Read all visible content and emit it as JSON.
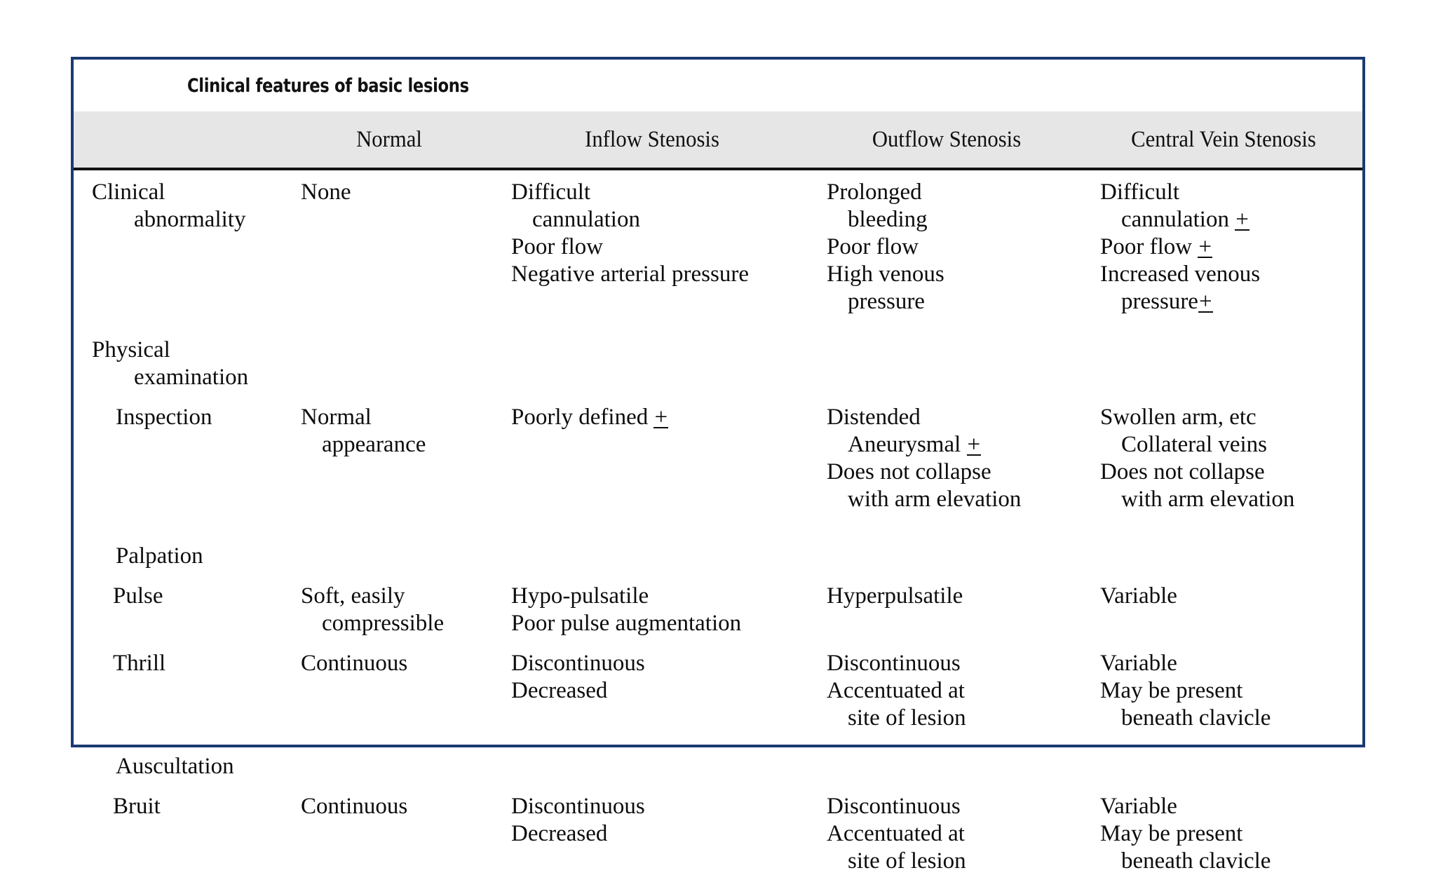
{
  "table": {
    "title": "Clinical features of basic lesions",
    "columns": [
      {
        "key": "feature",
        "label": ""
      },
      {
        "key": "normal",
        "label": "Normal"
      },
      {
        "key": "inflow",
        "label": "Inflow Stenosis"
      },
      {
        "key": "outflow",
        "label": "Outflow Stenosis"
      },
      {
        "key": "central",
        "label": "Central Vein Stenosis"
      }
    ],
    "rows": [
      {
        "feature": [
          "Clinical",
          "abnormality"
        ],
        "normal": [
          "None"
        ],
        "inflow": [
          "Difficult",
          "cannulation",
          "Poor flow",
          "Negative arterial pressure"
        ],
        "outflow": [
          "Prolonged",
          "bleeding",
          "Poor flow",
          "High venous",
          "pressure"
        ],
        "central": [
          "Difficult",
          "cannulation ±",
          "Poor flow ±",
          "Increased venous",
          "pressure±"
        ]
      },
      {
        "feature": [
          "Physical",
          "examination"
        ],
        "normal": [],
        "inflow": [],
        "outflow": [],
        "central": []
      },
      {
        "feature": [
          "Inspection"
        ],
        "normal": [
          "Normal",
          "appearance"
        ],
        "inflow": [
          "Poorly defined ±"
        ],
        "outflow": [
          "Distended",
          "Aneurysmal ±",
          "Does not collapse",
          "with arm elevation"
        ],
        "central": [
          "Swollen arm, etc",
          "Collateral veins",
          "Does not collapse",
          "with arm elevation"
        ]
      },
      {
        "feature": [
          "Palpation"
        ],
        "normal": [],
        "inflow": [],
        "outflow": [],
        "central": []
      },
      {
        "feature": [
          "Pulse"
        ],
        "normal": [
          "Soft, easily",
          "compressible"
        ],
        "inflow": [
          "Hypo-pulsatile",
          "Poor pulse augmentation"
        ],
        "outflow": [
          "Hyperpulsatile"
        ],
        "central": [
          "Variable"
        ]
      },
      {
        "feature": [
          "Thrill"
        ],
        "normal": [
          "Continuous"
        ],
        "inflow": [
          "Discontinuous",
          "Decreased"
        ],
        "outflow": [
          "Discontinuous",
          "Accentuated at",
          "site of lesion"
        ],
        "central": [
          "Variable",
          "May be present",
          "beneath clavicle"
        ]
      },
      {
        "feature": [
          "Auscultation"
        ],
        "normal": [],
        "inflow": [],
        "outflow": [],
        "central": []
      },
      {
        "feature": [
          "Bruit"
        ],
        "normal": [
          "Continuous"
        ],
        "inflow": [
          "Discontinuous",
          "Decreased"
        ],
        "outflow": [
          "Discontinuous",
          "Accentuated at",
          "site of lesion"
        ],
        "central": [
          "Variable",
          "May be present",
          "beneath clavicle"
        ]
      }
    ]
  },
  "style": {
    "border_color": "#1b3a72",
    "header_background": "#e6e6e6",
    "header_rule_color": "#141414",
    "text_color": "#0d0d0d",
    "page_background": "#ffffff"
  }
}
